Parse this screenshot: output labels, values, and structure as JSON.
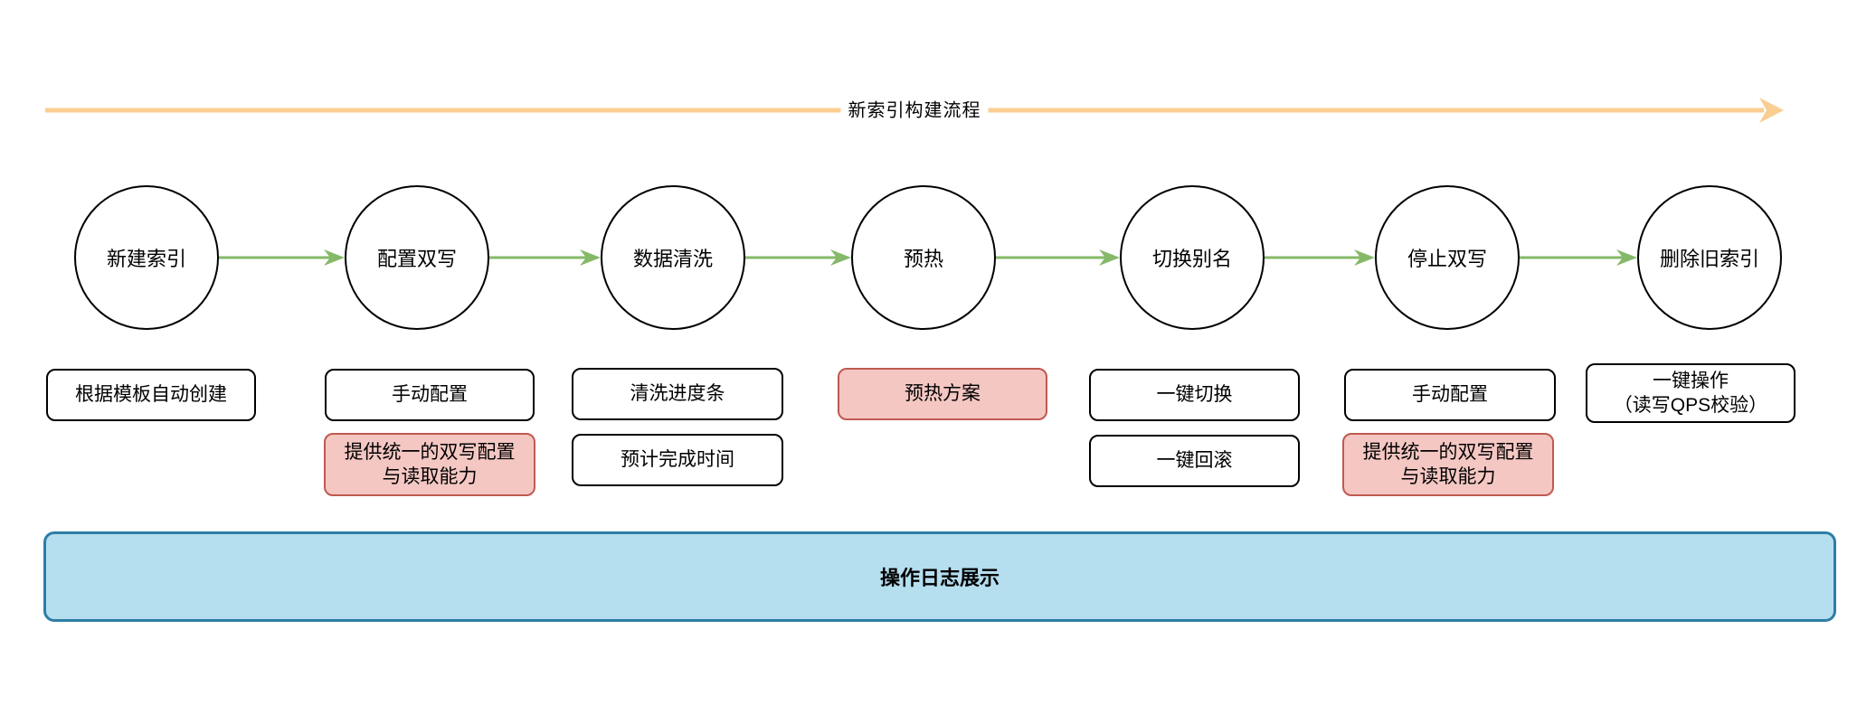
{
  "colors": {
    "main_flow_arrow": "#FACD91",
    "connector_arrow": "#85B969",
    "highlight_fill": "#F4C7C3",
    "highlight_border": "#BF5A50",
    "footer_fill": "#B5DEEF",
    "footer_border": "#2E7DA6",
    "node_border": "#000000"
  },
  "title": "新索引构建流程",
  "steps": [
    {
      "label": "新建索引"
    },
    {
      "label": "配置双写"
    },
    {
      "label": "数据清洗"
    },
    {
      "label": "预热"
    },
    {
      "label": "切换别名"
    },
    {
      "label": "停止双写"
    },
    {
      "label": "删除旧索引"
    }
  ],
  "notes": [
    {
      "line1": "根据模板自动创建"
    },
    {
      "line1": "手动配置"
    },
    {
      "line1": "提供统一的双写配置",
      "line2": "与读取能力"
    },
    {
      "line1": "清洗进度条"
    },
    {
      "line1": "预计完成时间"
    },
    {
      "line1": "预热方案"
    },
    {
      "line1": "一键切换"
    },
    {
      "line1": "一键回滚"
    },
    {
      "line1": "手动配置"
    },
    {
      "line1": "提供统一的双写配置",
      "line2": "与读取能力"
    },
    {
      "line1": "一键操作",
      "line2": "（读写QPS校验）"
    }
  ],
  "footer": {
    "label": "操作日志展示"
  }
}
